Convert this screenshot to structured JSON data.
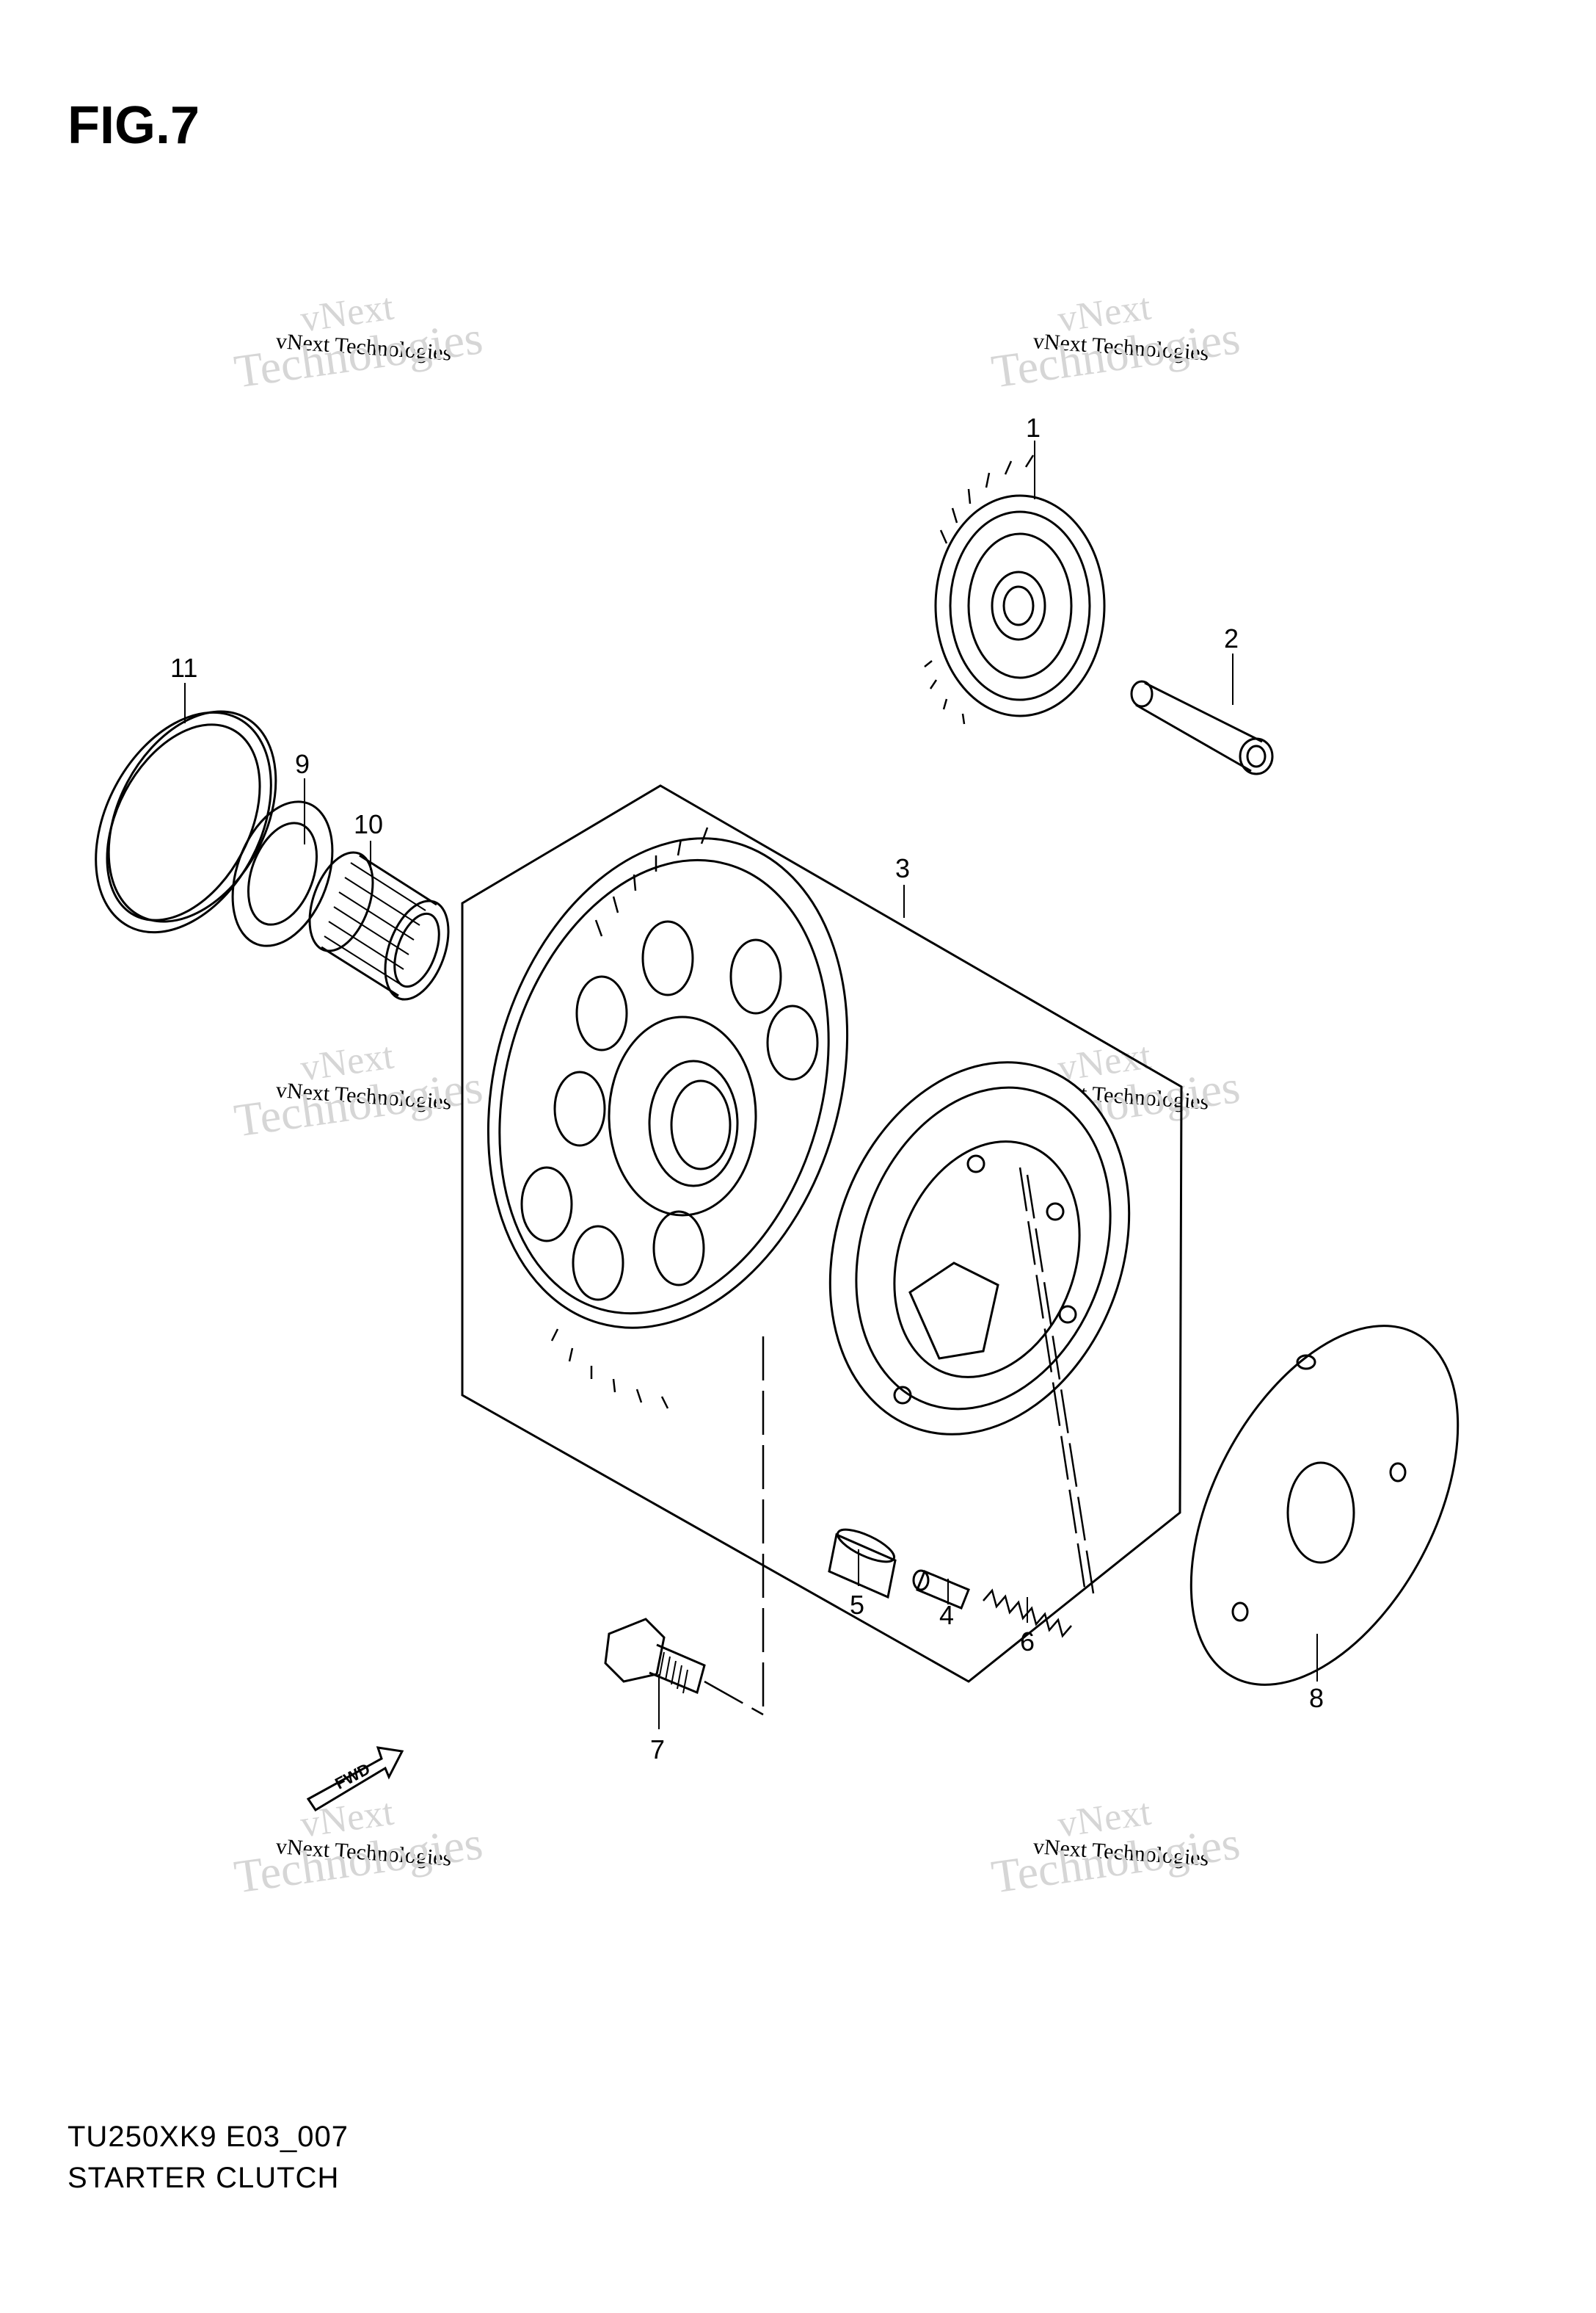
{
  "figure": {
    "title": "FIG.7"
  },
  "footer": {
    "model_code": "TU250XK9 E03_007",
    "diagram_title": "STARTER CLUTCH"
  },
  "watermark": {
    "line_top": "vNext",
    "line_mid": "vNext Technologies",
    "line_low": "Technologies"
  },
  "callouts": [
    "1",
    "2",
    "3",
    "4",
    "5",
    "6",
    "7",
    "8",
    "9",
    "10",
    "11"
  ],
  "direction_arrow": {
    "label": "FWD",
    "icon": "arrow-left-icon"
  }
}
